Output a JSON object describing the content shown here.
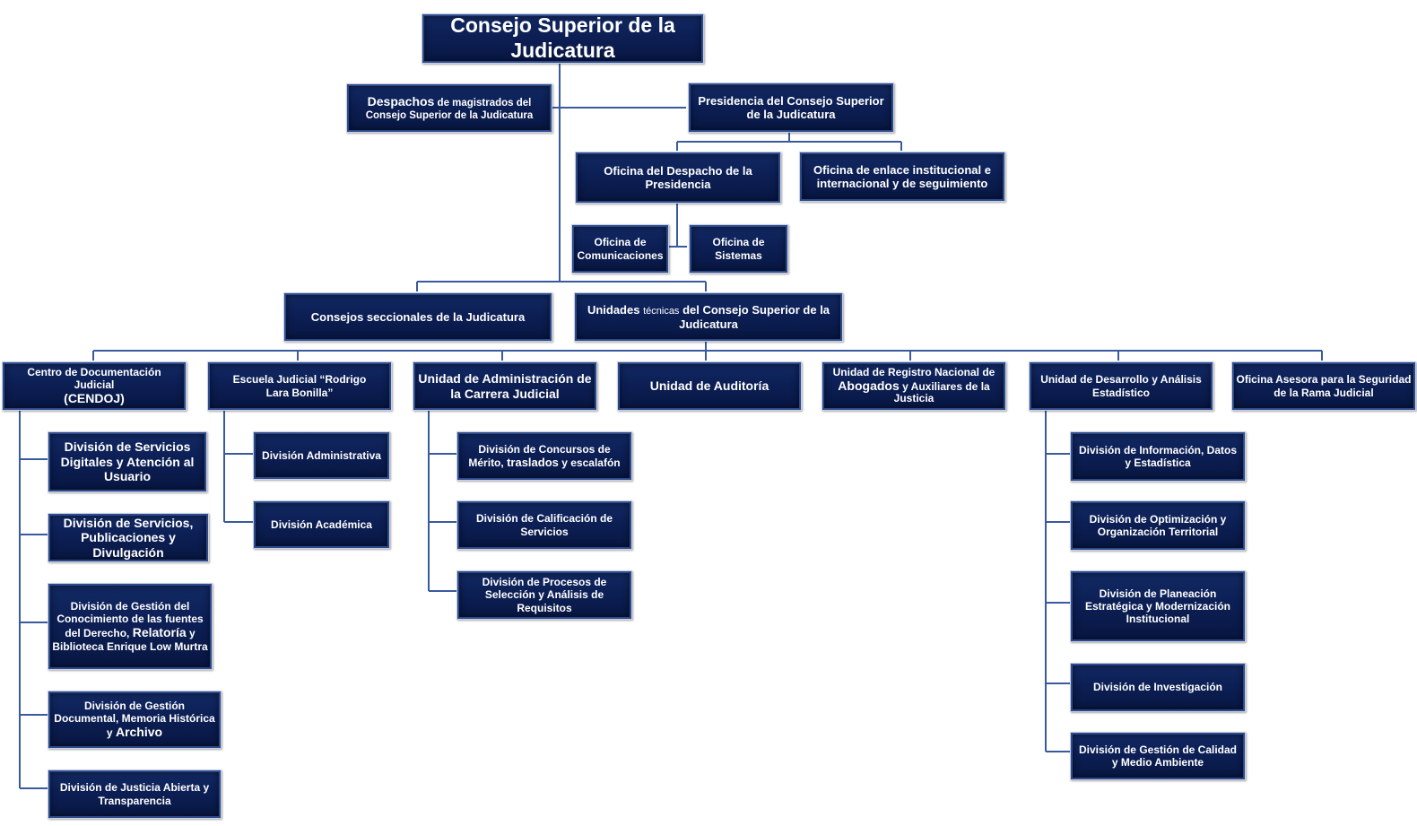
{
  "root": {
    "title": "Consejo Superior de la Judicatura"
  },
  "level1": {
    "despachos": {
      "strong": "Despachos",
      "rest": "de magistrados del Consejo Superior de la Judicatura"
    },
    "presidencia": {
      "label": "Presidencia del Consejo Superior de la Judicatura"
    }
  },
  "presidencia_children": {
    "oficina_despacho": {
      "label": "Oficina del Despacho de la Presidencia"
    },
    "oficina_enlace": {
      "label": "Oficina de enlace institucional e internacional y de seguimiento"
    }
  },
  "despacho_children": {
    "comunicaciones": {
      "label": "Oficina de Comunicaciones"
    },
    "sistemas": {
      "label": "Oficina de Sistemas"
    }
  },
  "level2": {
    "consejos_seccionales": {
      "label": "Consejos seccionales de la Judicatura"
    },
    "unidades_tecnicas": {
      "strong": "Unidades",
      "small": "técnicas",
      "rest": "del Consejo Superior de la Judicatura"
    }
  },
  "units": {
    "cendoj": {
      "label": "Centro de Documentación Judicial",
      "acronym": "(CENDOJ)"
    },
    "escuela": {
      "label": "Escuela Judicial “Rodrigo Lara Bonilla”"
    },
    "carrera": {
      "label": "Unidad de Administración de la Carrera Judicial"
    },
    "auditoria": {
      "label": "Unidad de Auditoría"
    },
    "registro": {
      "part1": "Unidad de Registro Nacional de",
      "strong": "Abogados",
      "part2": "y Auxiliares de la Justicia"
    },
    "desarrollo": {
      "label": "Unidad de Desarrollo y Análisis Estadístico"
    },
    "seguridad": {
      "label": "Oficina Asesora para la Seguridad de la Rama Judicial"
    }
  },
  "cendoj_divisions": {
    "servicios_digitales": {
      "label": "División de Servicios Digitales y Atención al Usuario"
    },
    "publicaciones": {
      "label": "División de Servicios, Publicaciones y Divulgación"
    },
    "conocimiento": {
      "part1": "División de Gestión del Conocimiento de las fuentes del Derecho,",
      "strong": "Relatoría",
      "part2": "y Biblioteca Enrique Low Murtra"
    },
    "documental": {
      "part1": "División de Gestión Documental, Memoria Histórica y",
      "strong": "Archivo"
    },
    "justicia_abierta": {
      "label": "División de Justicia Abierta y Transparencia"
    }
  },
  "escuela_divisions": {
    "administrativa": {
      "label": "División Administrativa"
    },
    "academica": {
      "label": "División Académica"
    }
  },
  "carrera_divisions": {
    "concursos": {
      "part1": "División de Concursos de Mérito,",
      "strong": "traslados",
      "part2": "y escalafón"
    },
    "calificacion": {
      "label": "División de Calificación de Servicios"
    },
    "seleccion": {
      "label": "División de Procesos de Selección y Análisis de Requisitos"
    }
  },
  "desarrollo_divisions": {
    "informacion": {
      "label": "División de Información, Datos y Estadística"
    },
    "optimizacion": {
      "label": "División de Optimización y Organización Territorial"
    },
    "planeacion": {
      "label": "División de Planeación Estratégica y Modernización Institucional"
    },
    "investigacion": {
      "label": "División de Investigación"
    },
    "calidad": {
      "label": "División de Gestión de Calidad y Medio Ambiente"
    }
  },
  "colors": {
    "box_fill": "#0c1f55",
    "box_border": "#c9cfdd",
    "connector": "#3a5a9e",
    "text": "#ffffff"
  }
}
